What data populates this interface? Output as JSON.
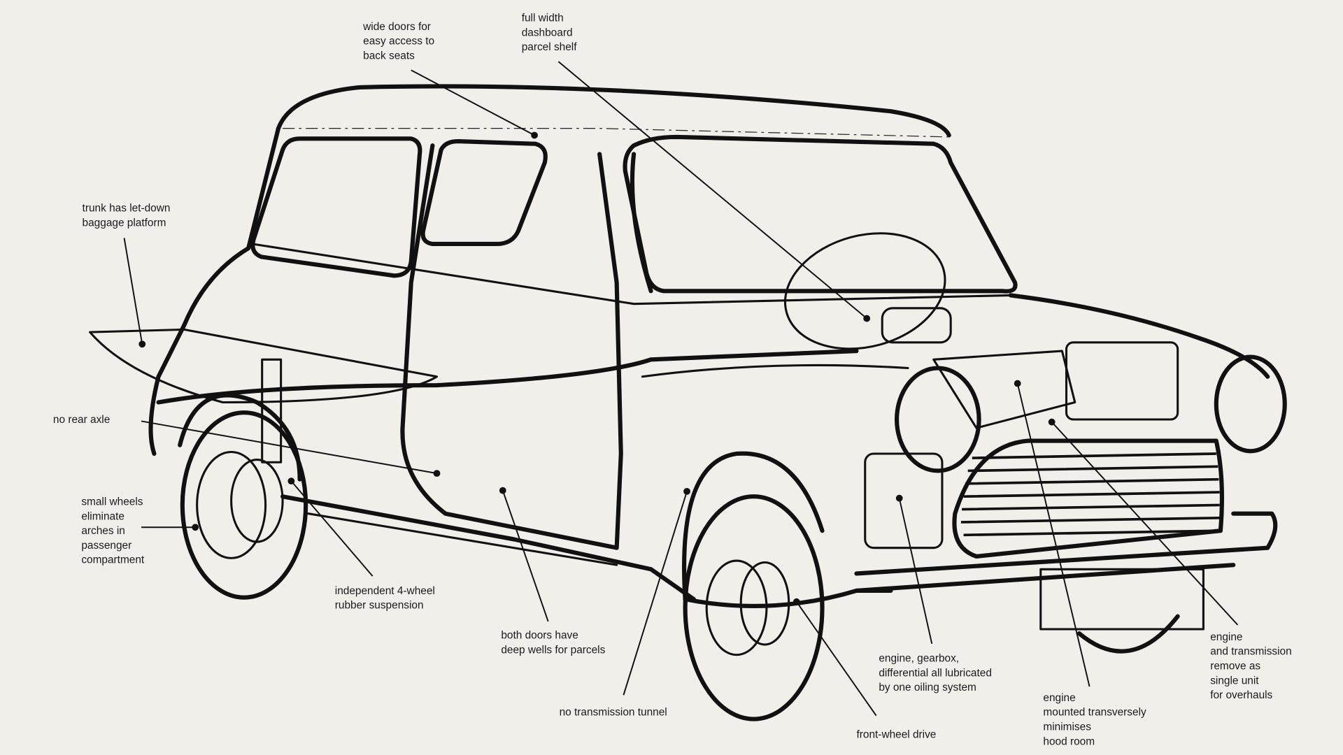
{
  "colors": {
    "paper": "#f1efea",
    "ink": "#111111"
  },
  "callouts": [
    {
      "id": "wide-doors",
      "lines": [
        "wide doors for",
        "easy access to",
        "back seats"
      ]
    },
    {
      "id": "dashboard-shelf",
      "lines": [
        "full width",
        "dashboard",
        "parcel shelf"
      ]
    },
    {
      "id": "trunk",
      "lines": [
        "trunk has let-down",
        "baggage platform"
      ]
    },
    {
      "id": "no-rear-axle",
      "lines": [
        "no rear axle"
      ]
    },
    {
      "id": "small-wheels",
      "lines": [
        "small wheels",
        "eliminate",
        "arches in",
        "passenger",
        "compartment"
      ]
    },
    {
      "id": "suspension",
      "lines": [
        "independent 4-wheel",
        "rubber suspension"
      ]
    },
    {
      "id": "door-wells",
      "lines": [
        "both doors have",
        "deep wells for parcels"
      ]
    },
    {
      "id": "no-tunnel",
      "lines": [
        "no transmission tunnel"
      ]
    },
    {
      "id": "front-wheel-drive",
      "lines": [
        "front-wheel drive"
      ]
    },
    {
      "id": "lubrication",
      "lines": [
        "engine, gearbox,",
        "differential all lubricated",
        "by one oiling system"
      ]
    },
    {
      "id": "transverse-engine",
      "lines": [
        "engine",
        "mounted transversely",
        "minimises",
        "hood room"
      ]
    },
    {
      "id": "single-unit",
      "lines": [
        "engine",
        "and transmission",
        "remove as",
        "single unit",
        "for overhauls"
      ]
    }
  ]
}
